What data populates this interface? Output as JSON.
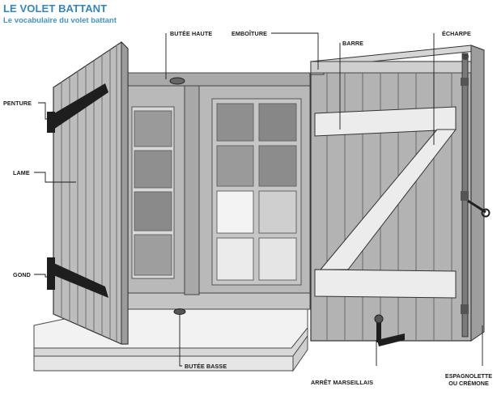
{
  "header": {
    "title": "LE VOLET BATTANT",
    "subtitle": "Le vocabulaire du volet battant"
  },
  "labels": {
    "butee_haute": "BUTÉE HAUTE",
    "emboiture": "EMBOÎTURE",
    "barre": "BARRE",
    "echarpe": "ÉCHARPE",
    "penture": "PENTURE",
    "lame": "LAME",
    "gond": "GOND",
    "butee_basse": "BUTÉE BASSE",
    "arret_marseillais": "ARRÊT MARSEILLAIS",
    "espagnolette_line1": "ESPAGNOLETTE",
    "espagnolette_line2": "OU CRÉMONE"
  }
}
